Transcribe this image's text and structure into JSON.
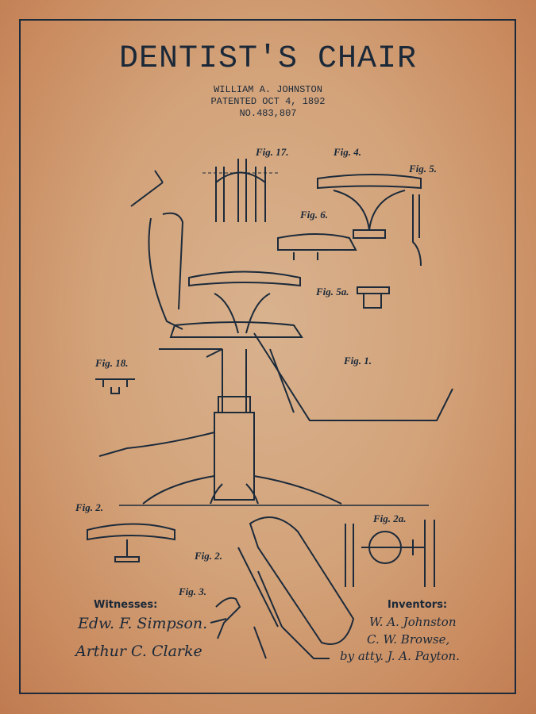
{
  "poster": {
    "title": "DENTIST'S CHAIR",
    "inventor": "WILLIAM A. JOHNSTON",
    "patented": "PATENTED OCT 4, 1892",
    "number": "NO.483,807"
  },
  "figures": {
    "fig17": "Fig. 17.",
    "fig4": "Fig. 4.",
    "fig5": "Fig. 5.",
    "fig6": "Fig. 6.",
    "fig5a": "Fig. 5a.",
    "fig1": "Fig. 1.",
    "fig18": "Fig. 18.",
    "fig2": "Fig. 2.",
    "fig2a": "Fig. 2a.",
    "fig2b": "Fig. 2.",
    "fig3": "Fig. 3."
  },
  "witnesses": {
    "heading": "Witnesses:",
    "names": [
      "Edw. F. Simpson.",
      "Arthur C. Clarke"
    ]
  },
  "inventors": {
    "heading": "Inventors:",
    "names": [
      "W. A. Johnston",
      "C. W. Browse,",
      "by atty. J. A. Payton."
    ]
  },
  "colors": {
    "ink": "#1c2a3a",
    "paper": "#d3a37a"
  }
}
